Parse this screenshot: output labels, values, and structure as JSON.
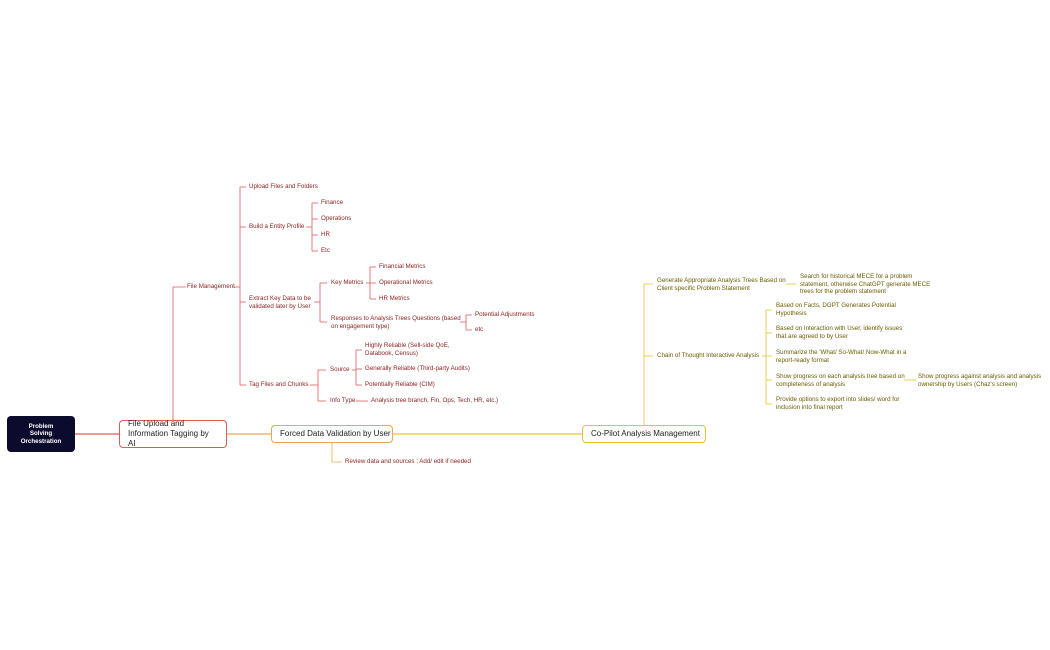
{
  "root": "Problem Solving Orchestration",
  "main": {
    "file_upload": "File Upload and Information Tagging by AI",
    "forced_validation": "Forced Data Validation by User",
    "copilot": "Co-Pilot Analysis Management"
  },
  "file_upload_branch": {
    "file_management": "File Management",
    "upload_files": "Upload Files and Folders",
    "build_entity": "Build a Entity Profile",
    "entity_items": [
      "Finance",
      "Operations",
      "HR",
      "Etc"
    ],
    "extract_key": "Extract Key Data to be validated later by User",
    "key_metrics": "Key Metrics",
    "metric_items": [
      "Financial Metrics",
      "Operational Metrics",
      "HR Metrics"
    ],
    "responses": "Responses to Analysis Trees Questions (based on engagement type)",
    "response_items": [
      "Potential Adjustments",
      "etc"
    ],
    "tag_files": "Tag Files and Chunks",
    "source": "Source",
    "source_items": [
      "Highly Reliable (Sell-side QoE, Databook, Census)",
      "Generally Reliable (Third-party Audits)",
      "Potentially Reliable (CIM)"
    ],
    "info_type": "Info Type",
    "info_type_item": "Analysis tree branch, Fin, Ops, Tech, HR, etc.)"
  },
  "forced_validation_branch": {
    "review": "Review data and sources ; Add/ edit if needed"
  },
  "copilot_branch": {
    "generate_trees": "Generate Appropriate Analysis Trees Based on Client specific Problem Statement",
    "search_mece": "Search for historical MECE for a problem statement, otherwise ChatGPT generate MECE trees for the problem statement",
    "chain_of_thought": "Chain of Thought Interactive Analysis",
    "cot_items": [
      "Based on Facts,  DGPT Generates Potential Hypothesis",
      "Based on Interaction with User, identify issues that are agreed to by User",
      "Summarize the 'What/ So-What/ Now-What in a report-ready format",
      "Show progress on each analysis tree based on completeness of analysis",
      "Provide options to export into slides/ word for inclusion into final report"
    ],
    "show_progress_users": "Show progress against analysis and analysis ownership by Users (Chaz's screen)"
  },
  "colors": {
    "red": "#e05a5a",
    "red_text": "#8a1f1f",
    "orange": "#f0a64a",
    "gold": "#e9c22b",
    "gold_text": "#6b5b00",
    "root_bg": "#0b0b2e"
  }
}
